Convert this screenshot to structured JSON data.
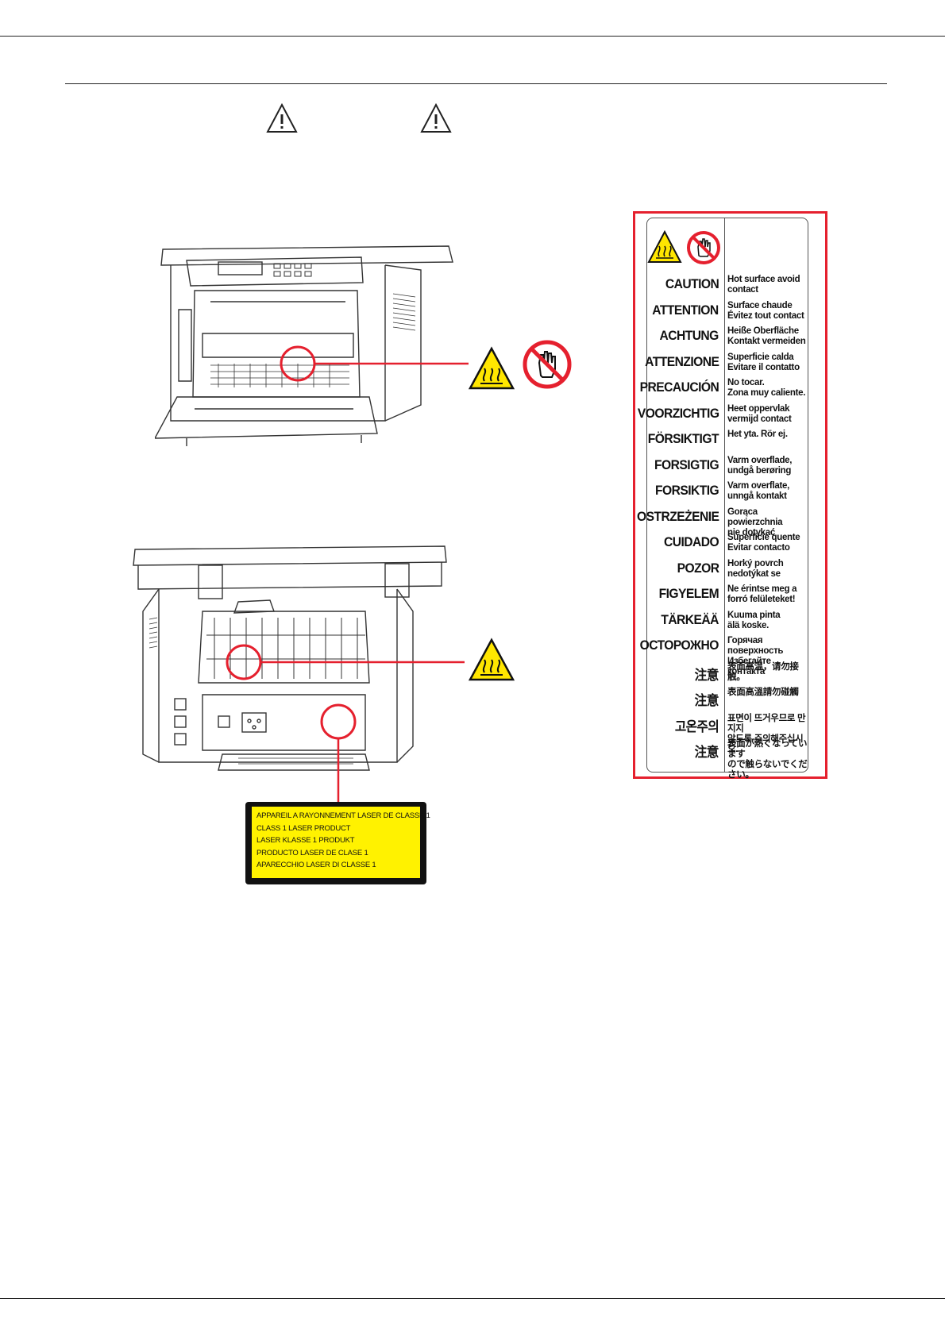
{
  "caution_panel": {
    "rows": [
      {
        "word": "CAUTION",
        "desc": "Hot surface avoid\ncontact"
      },
      {
        "word": "ATTENTION",
        "desc": "Surface chaude\nÉvitez tout contact"
      },
      {
        "word": "ACHTUNG",
        "desc": "Heiße Oberfläche\nKontakt vermeiden"
      },
      {
        "word": "ATTENZIONE",
        "desc": "Superficie calda\nEvitare il contatto"
      },
      {
        "word": "PRECAUCIÓN",
        "desc": "No tocar.\nZona muy caliente."
      },
      {
        "word": "VOORZICHTIG",
        "desc": "Heet oppervlak\nvermijd contact"
      },
      {
        "word": "FÖRSIKTIGT",
        "desc": "Het yta. Rör ej."
      },
      {
        "word": "FORSIGTIG",
        "desc": "Varm overflade,\nundgå berøring"
      },
      {
        "word": "FORSIKTIG",
        "desc": "Varm overflate,\nunngå kontakt"
      },
      {
        "word": "OSTRZEŻENIE",
        "desc": "Gorąca powierzchnia\nnie dotykać"
      },
      {
        "word": "CUIDADO",
        "desc": "Superficie quente\nEvitar contacto"
      },
      {
        "word": "POZOR",
        "desc": "Horký povrch\nnedotýkat se"
      },
      {
        "word": "FIGYELEM",
        "desc": "Ne érintse meg a\nforró felületeket!"
      },
      {
        "word": "TÄRKEÄÄ",
        "desc": "Kuuma pinta\nälä koske."
      },
      {
        "word": "ОСТОРОЖНО",
        "desc": "Горячая поверхность\nИзбегайте контакта"
      },
      {
        "word": "注意",
        "desc": "表面高温，请勿接触。"
      },
      {
        "word": "注意",
        "desc": "表面高溫請勿碰觸"
      },
      {
        "word": "고온주의",
        "desc": "표면이 뜨거우므로 만지지\n않도록 주의해주십시오."
      },
      {
        "word": "注意",
        "desc": "表面が熱くなっています\nので触らないでください。"
      }
    ]
  },
  "laser_label": {
    "lines": [
      "APPAREIL A RAYONNEMENT LASER DE CLASSE 1",
      "CLASS 1 LASER PRODUCT",
      "LASER KLASSE 1 PRODUKT",
      "PRODUCTO LASER DE CLASE 1",
      "APARECCHIO LASER DI CLASSE 1"
    ]
  },
  "icons": {
    "header_warning_1": "warning-triangle-icon",
    "header_warning_2": "warning-triangle-icon",
    "hot_surface": "hot-surface-icon",
    "no_touch": "no-touch-icon"
  },
  "colors": {
    "callout_red": "#e5202e",
    "warning_yellow": "#ffe600",
    "label_yellow": "#fff200"
  }
}
